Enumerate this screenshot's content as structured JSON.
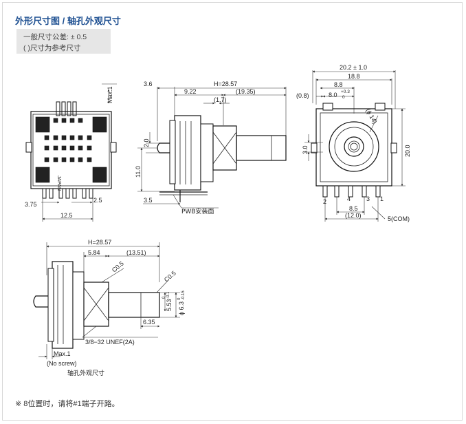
{
  "title": "外形尺寸图 / 轴孔外观尺寸",
  "tolerance": {
    "line1": "一般尺寸公差: ± 0.5",
    "line2": "(    )尺寸为参考尺寸"
  },
  "front_view": {
    "max1": "Max.1",
    "japan": "JAPAN",
    "d375": "3.75",
    "d25": "2.5",
    "d125": "12.5"
  },
  "side_view": {
    "d36": "3.6",
    "h": "H=28.57",
    "d922": "9.22",
    "d1935": "(19.35)",
    "d17": "(1.7)",
    "d20": "2.0",
    "d110": "11.0",
    "d35": "3.5",
    "pwb": "PWB安装面"
  },
  "right_view": {
    "d202": "20.2 ± 1.0",
    "d188": "18.8",
    "d88": "8.8",
    "d08": "(0.8)",
    "d80": "8.0",
    "d80tol_up": "+0.3",
    "d80tol_lo": "0",
    "phi14": "(ϕ 14)",
    "d30": "3.0",
    "d200": "20.0",
    "pin2": "2",
    "pin4": "4",
    "pin3": "3",
    "pin1": "1",
    "d85": "8.5",
    "d120": "(12.0)",
    "com": "5(COM)"
  },
  "shaft_view": {
    "h": "H=28.57",
    "d584": "5.84",
    "d1351": "(13.51)",
    "c05a": "C0.5",
    "c05b": "C0.5",
    "d553": "5.53",
    "d553tol_up": "0",
    "d553tol_lo": "-0.1",
    "phi63": "ϕ 6.3",
    "phi63tol_up": "0",
    "phi63tol_lo": "-0.15",
    "d635": "6.35",
    "thread": "3/8−32 UNEF(2A)",
    "max1": "Max.1",
    "noscrew": "(No screw)",
    "caption": "轴孔外观尺寸"
  },
  "note": "※ 8位置时，请将#1端子开路。"
}
